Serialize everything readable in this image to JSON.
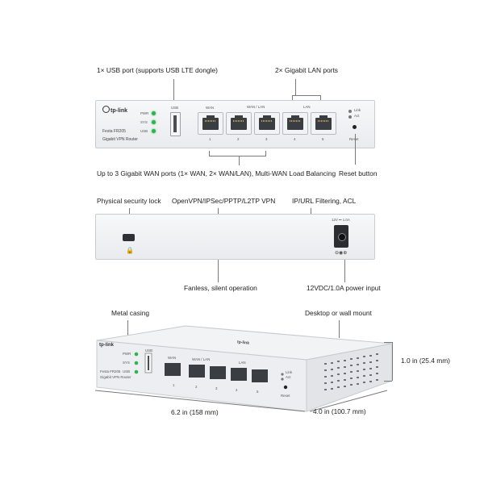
{
  "front_view": {
    "callout_usb": "1× USB port (supports USB LTE dongle)",
    "callout_lan": "2× Gigabit LAN ports",
    "callout_wan": "Up to 3 Gigabit WAN ports (1× WAN, 2× WAN/LAN), Multi-WAN Load Balancing",
    "callout_reset": "Reset button",
    "brand": "tp-link",
    "model": "Festa FR205",
    "model_desc": "Gigabit VPN Router",
    "led_labels": [
      "PWR",
      "SYS",
      "USB"
    ],
    "usb_label": "USB",
    "wan_label": "WAN",
    "wanlan_label": "WAN / LAN",
    "lan_label": "LAN",
    "port_numbers": [
      "1",
      "2",
      "3",
      "4",
      "5"
    ],
    "link_label": "Link",
    "act_label": "Act",
    "reset_label": "Reset"
  },
  "rear_view": {
    "callout_lock": "Physical security lock",
    "callout_vpn": "OpenVPN/IPSec/PPTP/L2TP VPN",
    "callout_filter": "IP/URL Filtering, ACL",
    "callout_fanless": "Fanless, silent operation",
    "callout_power": "12VDC/1.0A power input",
    "power_rating": "12V ⎓ 1.0A"
  },
  "perspective_view": {
    "callout_metal": "Metal casing",
    "callout_mount": "Desktop or wall mount",
    "height": "1.0 in (25.4 mm)",
    "width": "6.2 in (158 mm)",
    "depth": "4.0 in (100.7 mm)",
    "brand": "tp-link",
    "model": "Festa FR205",
    "model_desc": "Gigabit VPN Router",
    "led_labels": [
      "PWR",
      "SYS",
      "USB"
    ],
    "usb_label": "USB",
    "wan_label": "WAN",
    "wanlan_label": "WAN / LAN",
    "lan_label": "LAN",
    "port_numbers": [
      "1",
      "2",
      "3",
      "4",
      "5"
    ],
    "link_label": "Link",
    "act_label": "Act",
    "reset_label": "Reset"
  },
  "colors": {
    "led": "#2bb54a",
    "port": "#3a3d42",
    "chassis": "#eceef1"
  }
}
